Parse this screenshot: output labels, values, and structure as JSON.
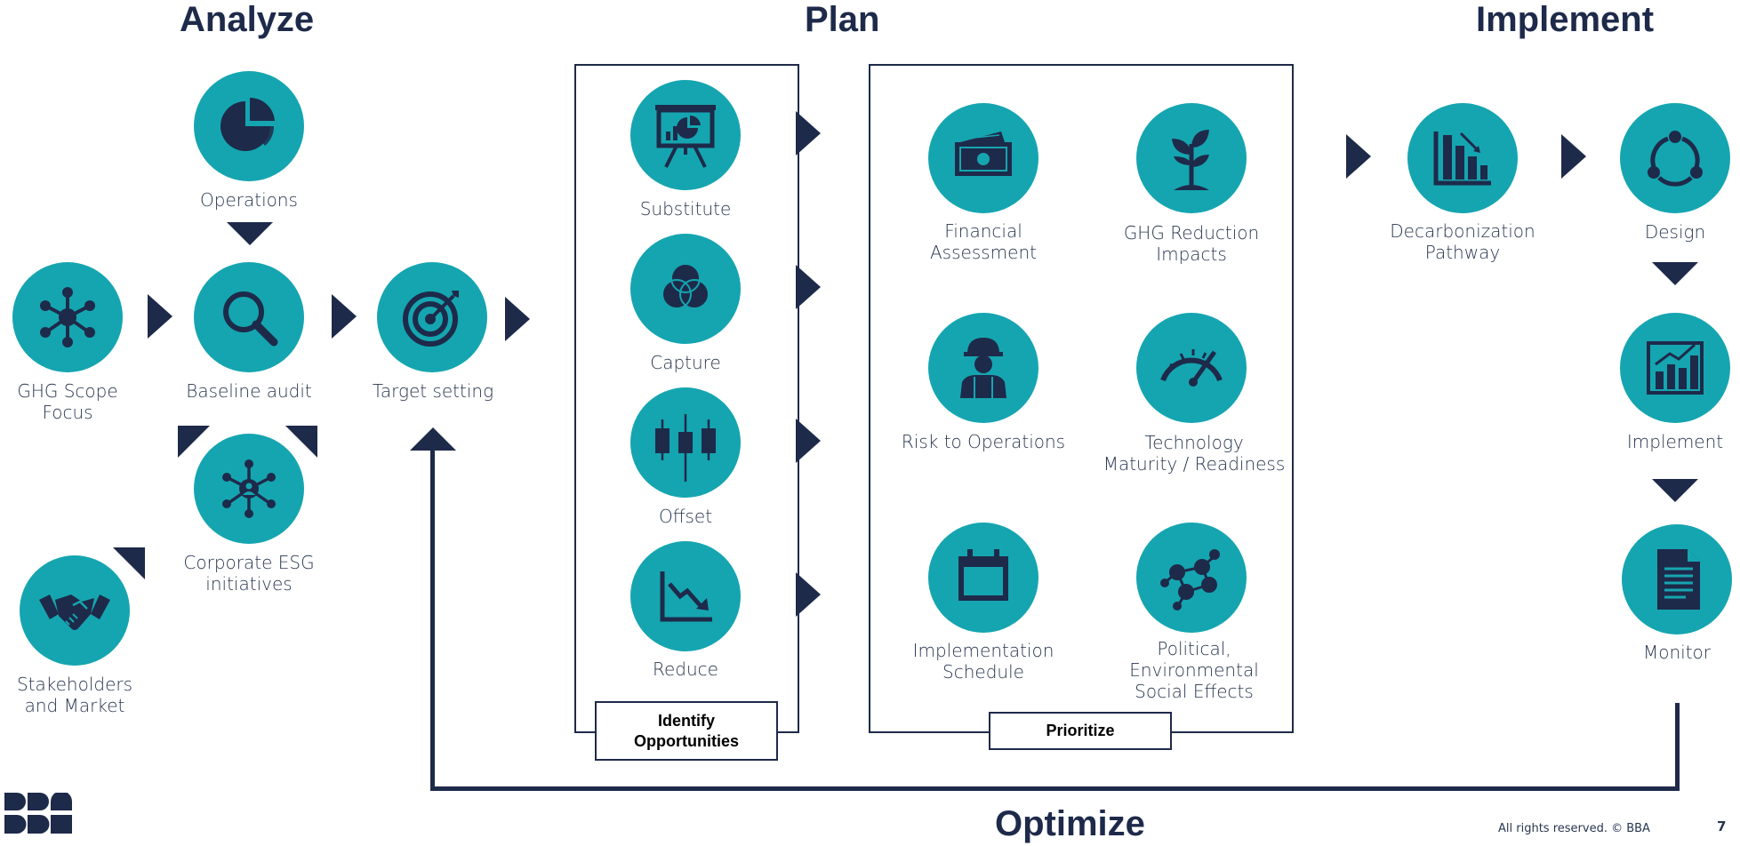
{
  "headers": {
    "analyze": "Analyze",
    "plan": "Plan",
    "implement": "Implement",
    "optimize": "Optimize"
  },
  "analyze": {
    "operations": "Operations",
    "ghg_scope": [
      "GHG Scope",
      "Focus"
    ],
    "baseline_audit": "Baseline audit",
    "target_setting": "Target setting",
    "corporate_esg": [
      "Corporate ESG",
      "initiatives"
    ],
    "stakeholders": [
      "Stakeholders",
      "and Market"
    ]
  },
  "identify": {
    "items": [
      "Substitute",
      "Capture",
      "Offset",
      "Reduce"
    ],
    "tag": [
      "Identify",
      "Opportunities"
    ]
  },
  "prioritize": {
    "financial": [
      "Financial",
      "Assessment"
    ],
    "ghg_reduction": [
      "GHG Reduction",
      "Impacts"
    ],
    "risk": "Risk to Operations",
    "technology": [
      "Technology",
      "Maturity / Readiness"
    ],
    "schedule": [
      "Implementation",
      "Schedule"
    ],
    "political": [
      "Political,",
      "Environmental",
      "Social Effects"
    ],
    "tag": "Prioritize"
  },
  "implement": {
    "pathway": [
      "Decarbonization",
      "Pathway"
    ],
    "design": "Design",
    "implement": "Implement",
    "monitor": "Monitor"
  },
  "footer": {
    "rights": "All rights reserved.  © BBA",
    "page": "7"
  },
  "colors": {
    "teal": "#15a5b0",
    "navy": "#1e2a4a"
  }
}
